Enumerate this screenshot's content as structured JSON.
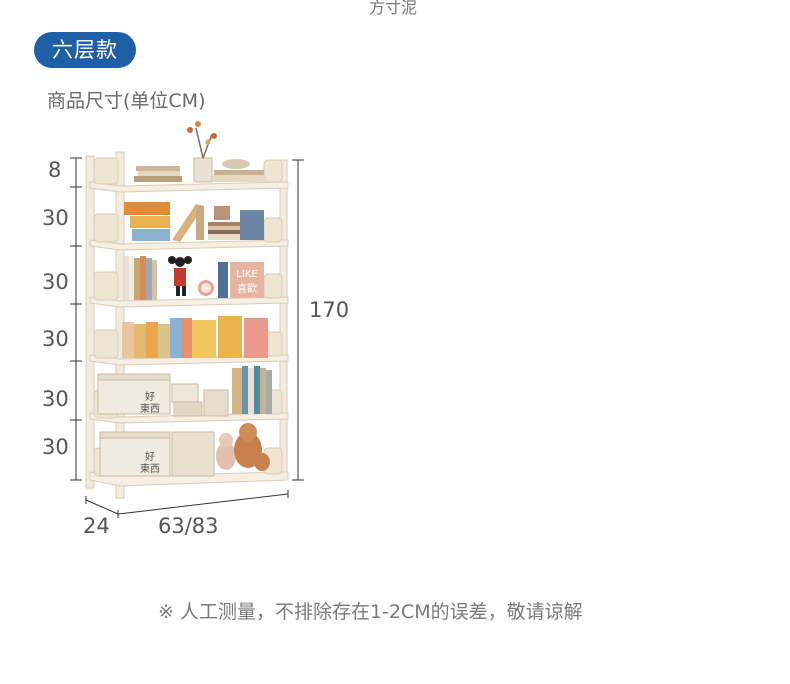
{
  "watermark": "方寸泥",
  "badge": "六层款",
  "dimension_title": "商品尺寸(单位CM)",
  "dimensions": {
    "top_gap": "8",
    "tier_1": "30",
    "tier_2": "30",
    "tier_3": "30",
    "tier_4": "30",
    "tier_5": "30",
    "total_height": "170",
    "depth": "24",
    "width": "63/83"
  },
  "box_label": "好東西",
  "book_label": "LIKE 喜歡",
  "disclaimer": "※ 人工测量，不排除存在1-2CM的误差，敬请谅解",
  "colors": {
    "badge": "#1f5fa6",
    "shelf": "#f3ebdd",
    "shelf_edge": "#d9ccb6",
    "text": "#555555"
  }
}
